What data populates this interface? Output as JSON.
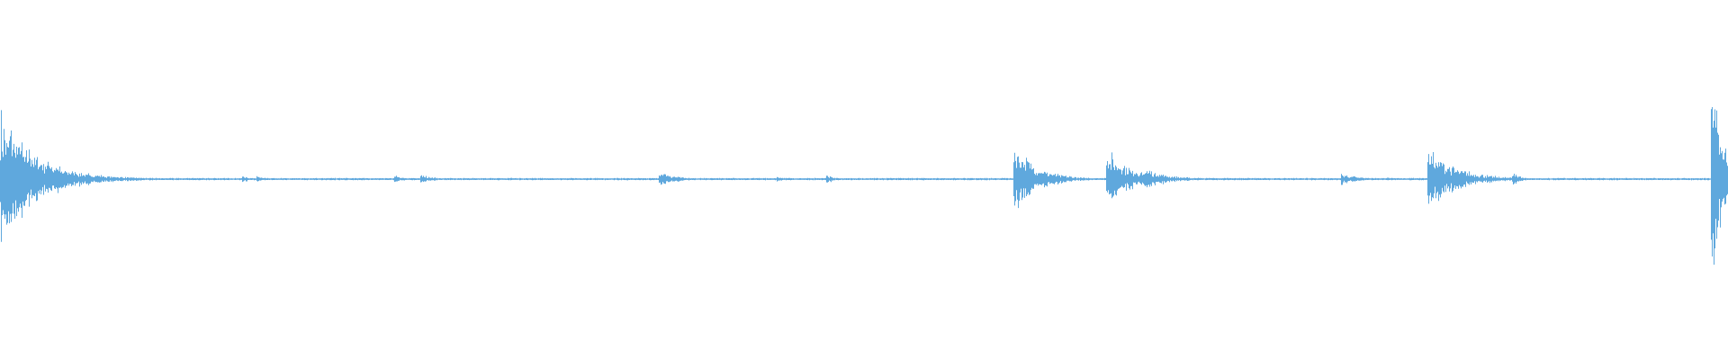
{
  "waveform": {
    "color": "#5fa8dd",
    "background": "#ffffff",
    "events": [
      {
        "time": 0.0,
        "amplitude": 0.55,
        "decay": 0.02,
        "density": 1.0
      },
      {
        "time": 0.005,
        "amplitude": 0.42,
        "decay": 0.015,
        "density": 0.8
      },
      {
        "time": 0.014,
        "amplitude": 0.28,
        "decay": 0.02,
        "density": 0.7
      },
      {
        "time": 0.14,
        "amplitude": 0.06,
        "decay": 0.004,
        "density": 0.5
      },
      {
        "time": 0.148,
        "amplitude": 0.05,
        "decay": 0.005,
        "density": 0.5
      },
      {
        "time": 0.228,
        "amplitude": 0.07,
        "decay": 0.004,
        "density": 0.5
      },
      {
        "time": 0.243,
        "amplitude": 0.07,
        "decay": 0.006,
        "density": 0.5
      },
      {
        "time": 0.381,
        "amplitude": 0.12,
        "decay": 0.008,
        "density": 0.6
      },
      {
        "time": 0.449,
        "amplitude": 0.05,
        "decay": 0.003,
        "density": 0.5
      },
      {
        "time": 0.478,
        "amplitude": 0.06,
        "decay": 0.005,
        "density": 0.5
      },
      {
        "time": 0.586,
        "amplitude": 0.33,
        "decay": 0.012,
        "density": 1.0
      },
      {
        "time": 0.64,
        "amplitude": 0.28,
        "decay": 0.014,
        "density": 0.9
      },
      {
        "time": 0.662,
        "amplitude": 0.13,
        "decay": 0.012,
        "density": 0.7
      },
      {
        "time": 0.776,
        "amplitude": 0.08,
        "decay": 0.008,
        "density": 0.6
      },
      {
        "time": 0.802,
        "amplitude": 0.03,
        "decay": 0.003,
        "density": 0.5
      },
      {
        "time": 0.826,
        "amplitude": 0.31,
        "decay": 0.015,
        "density": 0.9
      },
      {
        "time": 0.875,
        "amplitude": 0.11,
        "decay": 0.004,
        "density": 0.6
      },
      {
        "time": 0.99,
        "amplitude": 1.0,
        "decay": 0.006,
        "density": 1.0
      }
    ]
  }
}
